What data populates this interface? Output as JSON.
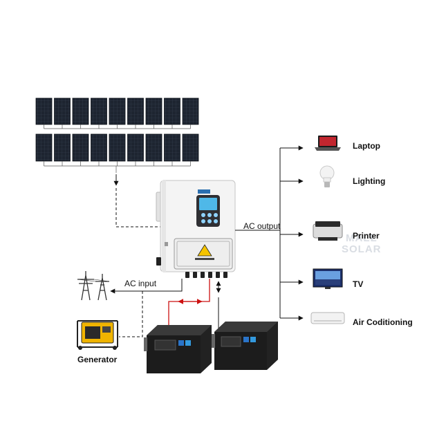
{
  "labels": {
    "ac_output": "AC output",
    "ac_input": "AC input",
    "generator": "Generator",
    "loads": [
      "Laptop",
      "Lighting",
      "Printer",
      "TV",
      "Air Coditioning"
    ]
  },
  "watermark": {
    "line1": "MALL",
    "line2": "SOLAR"
  },
  "icons": {
    "inverter": "inverter-icon",
    "solar_panel": "solar-panel-icon",
    "battery": "battery-icon",
    "grid": "power-tower-icon",
    "generator": "generator-icon",
    "laptop": "laptop-icon",
    "lighting": "light-bulb-icon",
    "printer": "printer-icon",
    "tv": "tv-icon",
    "ac": "air-conditioner-icon"
  },
  "colors": {
    "line": "#111111",
    "dc_battery_line": "#cc1111",
    "inverter_body": "#f4f4f4",
    "warning": "#f5c400",
    "panel_cell": "#1d2430"
  }
}
